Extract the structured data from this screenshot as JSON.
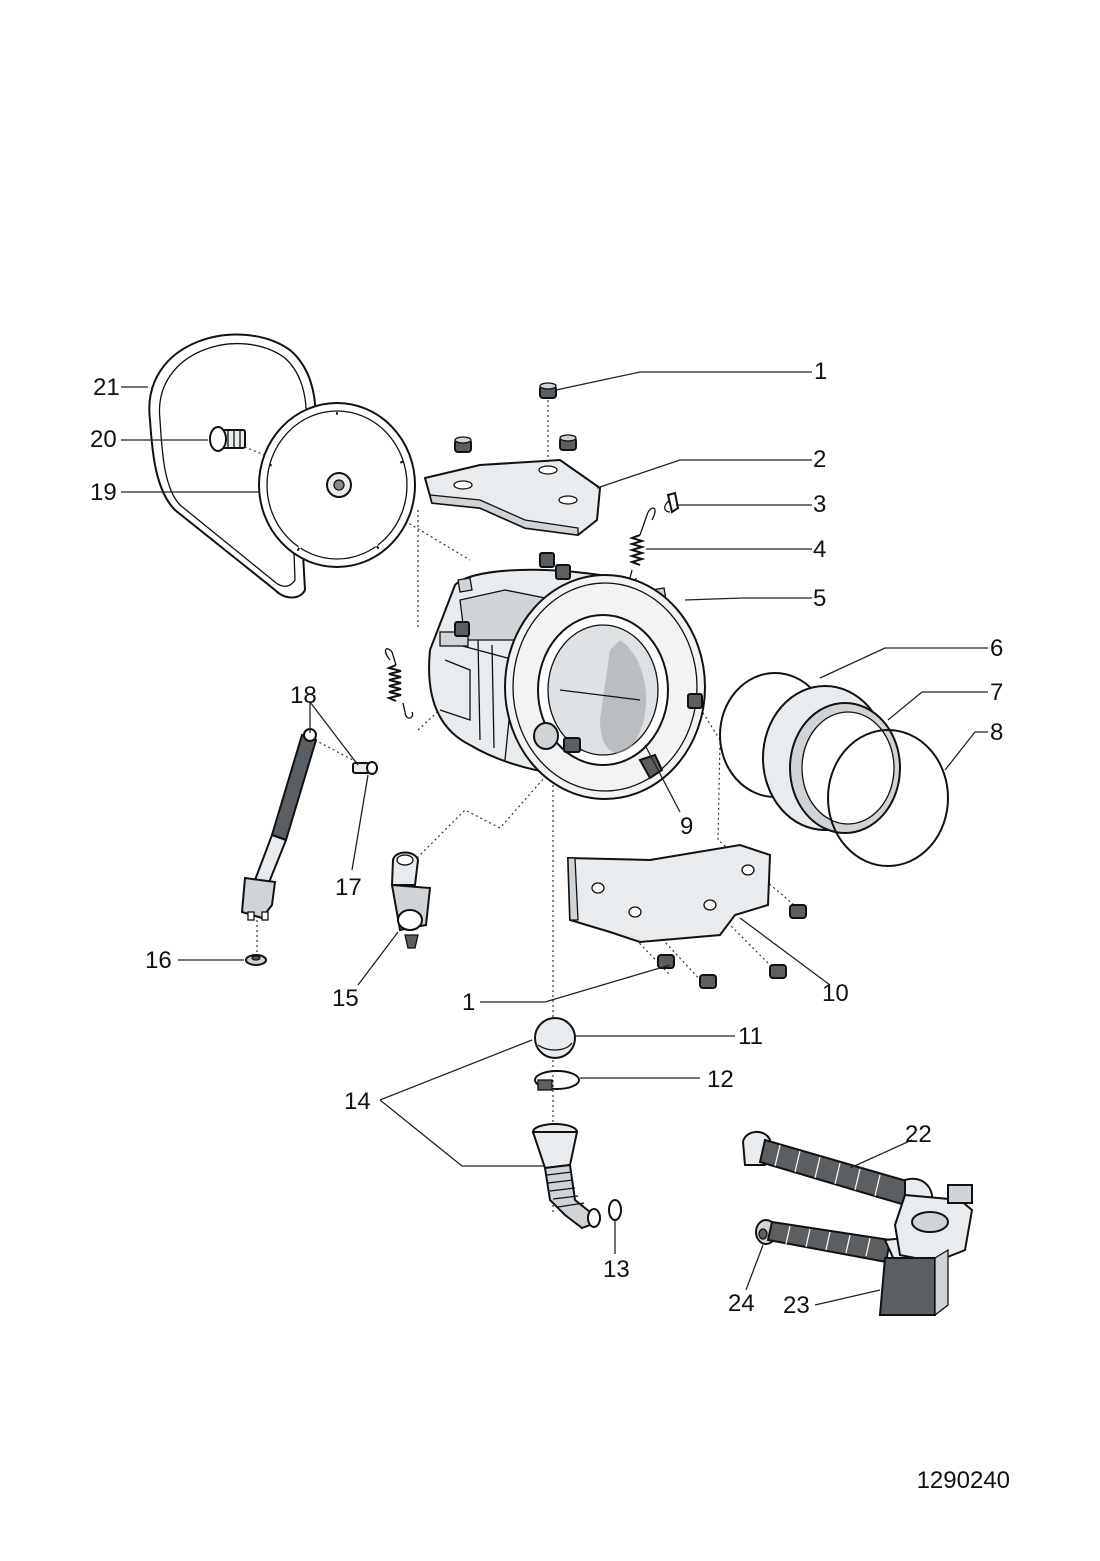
{
  "document_number": "1290240",
  "callouts": {
    "c1a": "1",
    "c1b": "1",
    "c2": "2",
    "c3": "3",
    "c4": "4",
    "c5": "5",
    "c6": "6",
    "c7": "7",
    "c8": "8",
    "c9": "9",
    "c10": "10",
    "c11": "11",
    "c12": "12",
    "c13": "13",
    "c14": "14",
    "c15": "15",
    "c16": "16",
    "c17": "17",
    "c18": "18",
    "c19": "19",
    "c20": "20",
    "c21": "21",
    "c22": "22",
    "c23": "23",
    "c24": "24"
  },
  "colors": {
    "line": "#111111",
    "fill_light": "#e9ecee",
    "fill_mid": "#cfd4d8",
    "fill_dark": "#5a5f63"
  }
}
